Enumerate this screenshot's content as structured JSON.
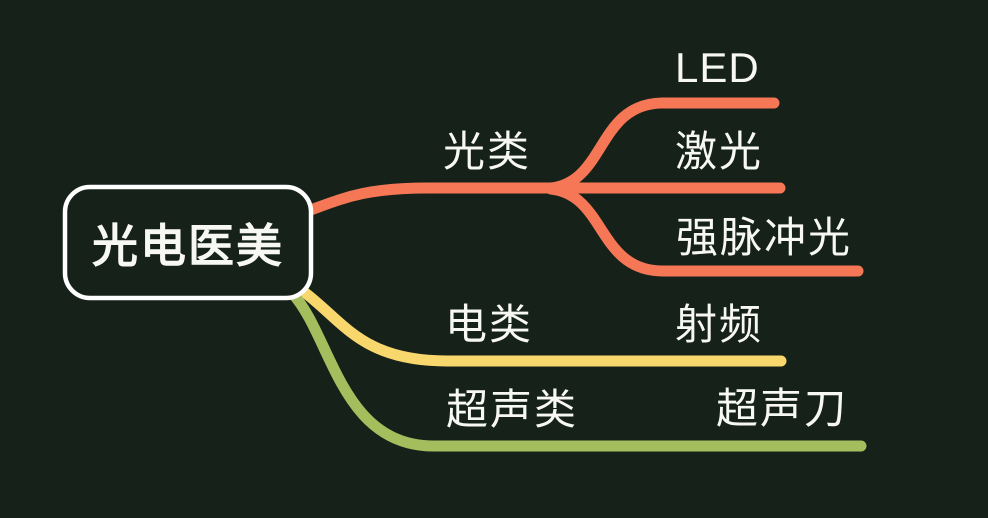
{
  "colors": {
    "background": "#16211a",
    "node_text": "#f7f8f3",
    "root_border": "#ffffff",
    "branch_light": "#f67755",
    "branch_electric": "#f8d76d",
    "branch_ultrasound": "#a5be5d"
  },
  "root": {
    "label": "光电医美"
  },
  "branches": [
    {
      "id": "light",
      "label": "光类",
      "color": "#f67755",
      "children": [
        "LED",
        "激光",
        "强脉冲光"
      ]
    },
    {
      "id": "electric",
      "label": "电类",
      "color": "#f8d76d",
      "children": [
        "射频"
      ]
    },
    {
      "id": "ultrasound",
      "label": "超声类",
      "color": "#a5be5d",
      "children": [
        "超声刀"
      ]
    }
  ]
}
